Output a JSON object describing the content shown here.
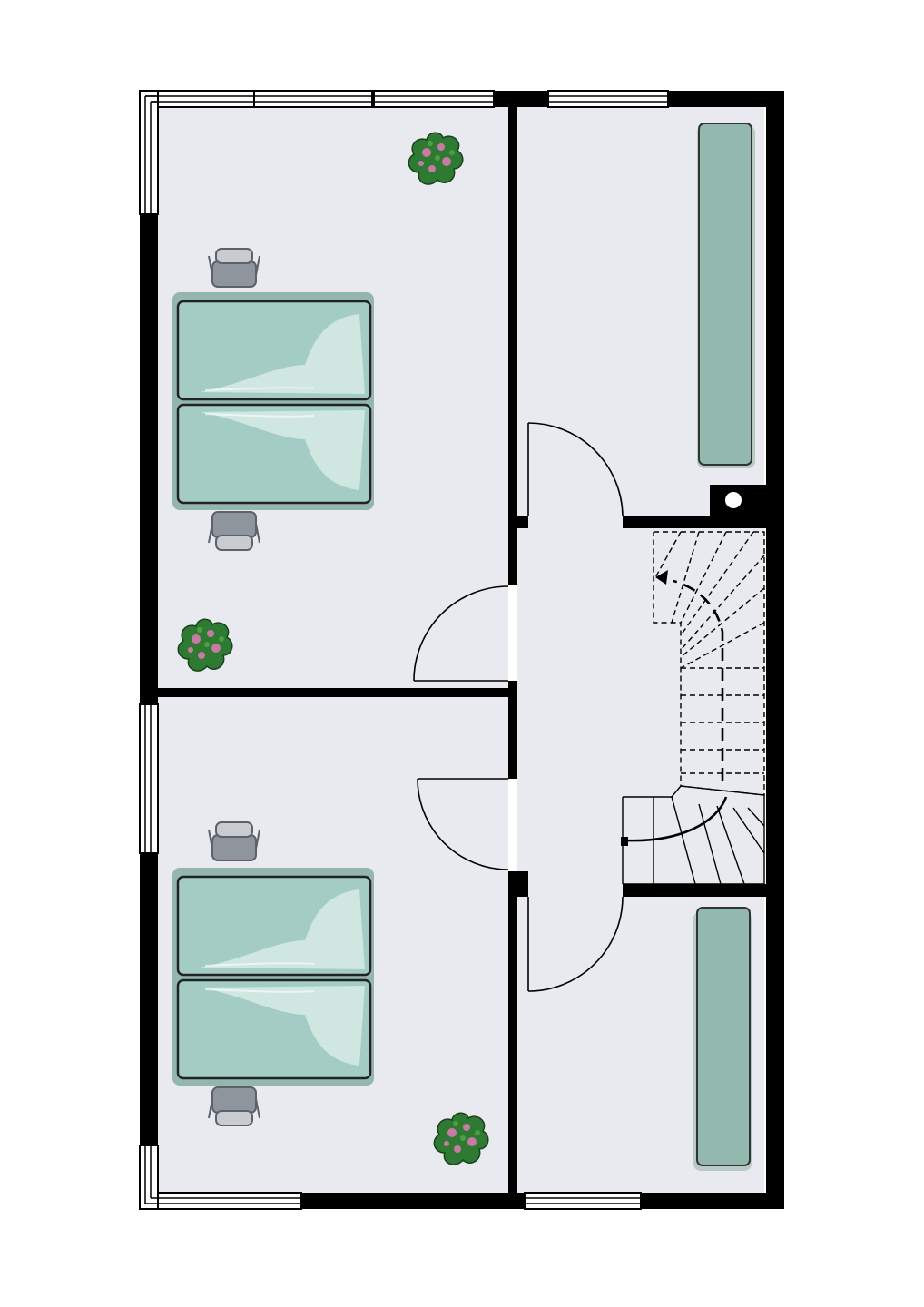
{
  "floor_plan": {
    "colors": {
      "background": "#ffffff",
      "wall": "#000000",
      "floor": "#e9eaef",
      "bed": "#a3cdc4",
      "bed_light": "#cfe6e1",
      "bed_shadow": "#93b6ae",
      "chair": "#8e959d",
      "chair_rim": "#c8ccd1",
      "wardrobe": "#93b8ae",
      "wardrobe_shadow": "#b9c9c4",
      "plant_leaf": "#2f7a33",
      "plant_leaf_light": "#4e9e45",
      "plant_flower": "#c77aa3"
    },
    "rooms": [
      "bedroom-top-left",
      "bedroom-bottom-left",
      "closet-top-right",
      "closet-bottom-right",
      "hallway"
    ],
    "furniture": {
      "double_beds": 2,
      "chairs": 4,
      "wardrobes": 2,
      "plants": 3
    },
    "stairs": {
      "direction_arrow": "up",
      "steps_visible": 14
    },
    "icons": [
      "door-swing-icon",
      "window-icon",
      "bed-icon",
      "chair-icon",
      "plant-icon",
      "wardrobe-icon",
      "stairs-icon",
      "arrow-icon",
      "column-icon"
    ]
  }
}
